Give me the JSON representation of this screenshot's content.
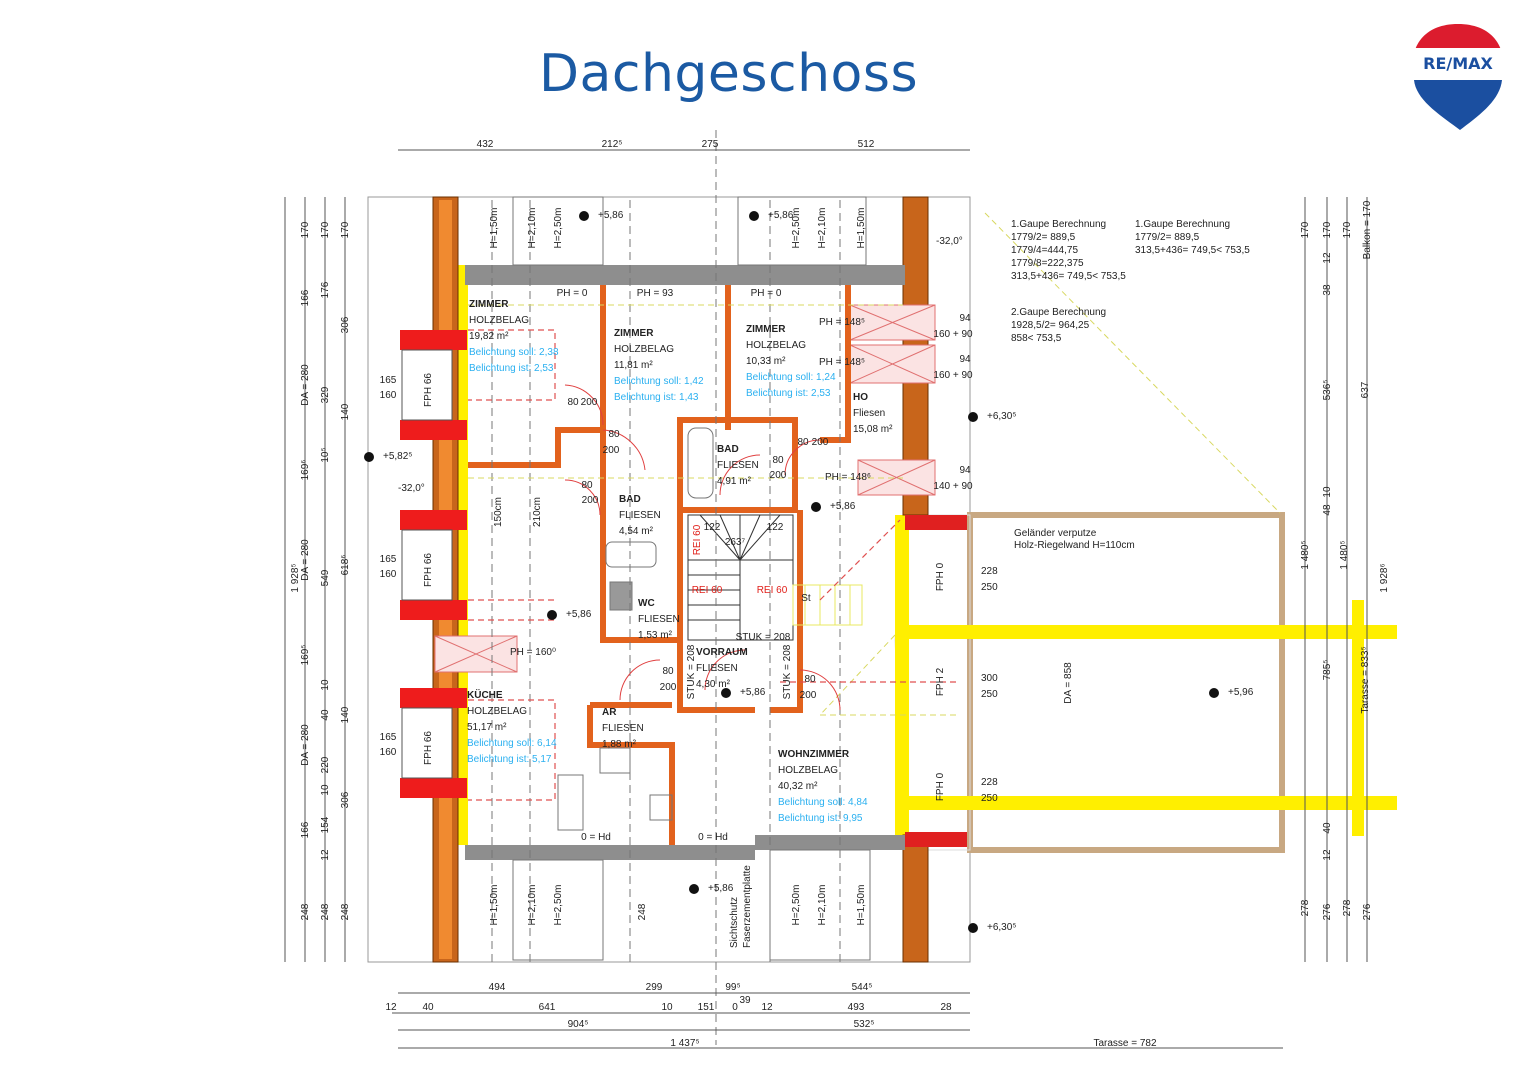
{
  "title": "Dachgeschoss",
  "logo": {
    "text": "RE/MAX",
    "colors": {
      "red": "#dc1c2e",
      "blue": "#1b4fa0",
      "white": "#ffffff"
    }
  },
  "colors": {
    "title": "#1b5aa3",
    "exterior_wall": "#c8651b",
    "interior_wall": "#e2621d",
    "highlight": "#ffef00",
    "terrace_outline": "#c8a882",
    "hint_blue": "#2ab0f0"
  },
  "rooms": [
    {
      "name": "ZIMMER",
      "floor": "HOLZBELAG",
      "area": "19,82 m²",
      "light_target": "Belichtung soll: 2,38",
      "light_actual": "Belichtung ist: 2,53"
    },
    {
      "name": "ZIMMER",
      "floor": "HOLZBELAG",
      "area": "11,81 m²",
      "light_target": "Belichtung soll: 1,42",
      "light_actual": "Belichtung ist: 1,43"
    },
    {
      "name": "ZIMMER",
      "floor": "HOLZBELAG",
      "area": "10,33 m²",
      "light_target": "Belichtung soll: 1,24",
      "light_actual": "Belichtung ist: 2,53"
    },
    {
      "name": "HO",
      "floor": "Fliesen",
      "area": "15,08 m²"
    },
    {
      "name": "BAD",
      "floor": "FLIESEN",
      "area": "4,91 m²"
    },
    {
      "name": "BAD",
      "floor": "FLIESEN",
      "area": "4,54 m²"
    },
    {
      "name": "WC",
      "floor": "FLIESEN",
      "area": "1,53 m²"
    },
    {
      "name": "VORRAUM",
      "floor": "FLIESEN",
      "area": "4,30 m²"
    },
    {
      "name": "AR",
      "floor": "FLIESEN",
      "area": "1,88 m²"
    },
    {
      "name": "KÜCHE",
      "floor": "HOLZBELAG",
      "area": "51,17 m²",
      "light_target": "Belichtung soll: 6,14",
      "light_actual": "Belichtung ist: 5,17"
    },
    {
      "name": "WOHNZIMMER",
      "floor": "HOLZBELAG",
      "area": "40,32 m²",
      "light_target": "Belichtung soll: 4,84",
      "light_actual": "Belichtung ist: 9,95"
    }
  ],
  "notes": {
    "gaupe1a": [
      "1.Gaupe Berechnung",
      "1779/2= 889,5",
      "1779/4=444,75",
      "1779/8=222,375",
      "313,5+436= 749,5< 753,5"
    ],
    "gaupe1b": [
      "1.Gaupe Berechnung",
      "1779/2= 889,5",
      "313,5+436= 749,5< 753,5"
    ],
    "gaupe2": [
      "2.Gaupe Berechnung",
      "1928,5/2= 964,25",
      "858< 753,5"
    ],
    "terrace": [
      "Geländer verputze",
      "Holz-Riegelwand H=110cm"
    ],
    "facade": [
      "Sichtschutz",
      "Faserzementplatte"
    ]
  },
  "dimensions": {
    "top": [
      "432",
      "212⁵",
      "275",
      "512"
    ],
    "bottom1": [
      "494",
      "299",
      "99⁵",
      "544⁵"
    ],
    "bottom2": [
      "12",
      "40",
      "641",
      "10",
      "151",
      "0",
      "39",
      "12",
      "493",
      "28"
    ],
    "bottom3": [
      "904⁵",
      "532⁵"
    ],
    "bottom4": [
      "1 437⁵",
      "Tarasse = 782"
    ],
    "left0": [
      "1 928⁵"
    ],
    "left1": [
      "170",
      "166",
      "DA = 280",
      "169⁶",
      "DA = 280",
      "169⁵",
      "DA = 280",
      "166",
      "248"
    ],
    "left2": [
      "170",
      "176",
      "329",
      "10⁵",
      "549",
      "10",
      "40",
      "220",
      "10",
      "154",
      "12",
      "248"
    ],
    "left3": [
      "170",
      "306",
      "140",
      "618⁶",
      "140",
      "306",
      "248"
    ],
    "right1": [
      "170",
      "1 480⁵",
      "278"
    ],
    "right2": [
      "170",
      "12",
      "38",
      "536⁵",
      "48",
      "10",
      "1 480⁵",
      "785⁵",
      "40",
      "12",
      "276"
    ],
    "right3": [
      "170",
      "637",
      "278"
    ],
    "right4": [
      "Balkon = 170",
      "1 928⁶",
      "Tarasse = 833⁵",
      "276"
    ]
  },
  "levels": [
    "+5,86",
    "+5,86",
    "+5,82⁵",
    "+6,30⁵",
    "+5,86",
    "+5,86",
    "+5,86",
    "+5,86",
    "+5,96",
    "+6,30⁵",
    "-32,0°",
    "-32,0°"
  ],
  "openings": {
    "window_left": [
      "165",
      "160",
      "165",
      "160",
      "165",
      "160"
    ],
    "window_right": [
      "94",
      "160 + 90",
      "94",
      "160 + 90",
      "94",
      "140 + 90"
    ],
    "terrace_doors": [
      "228",
      "250",
      "300",
      "250",
      "228",
      "250"
    ],
    "fph": [
      "FPH 66",
      "FPH 66",
      "FPH 66",
      "FPH 0",
      "FPH 2",
      "FPH 0"
    ],
    "heights_top": [
      "H=1,50m",
      "H=2,10m",
      "H=2,50m",
      "H=2,50m",
      "H=2,10m",
      "H=1,50m"
    ],
    "heights_bottom": [
      "H=1,50m",
      "H=2,10m",
      "H=2,50m",
      "H=2,50m",
      "H=2,10m",
      "H=1,50m"
    ],
    "ph": [
      "PH = 0",
      "PH = 93",
      "PH = 0",
      "PH = 148⁵",
      "PH = 148⁵",
      "PH = 148⁶",
      "PH = 160⁰",
      "0 = Hd",
      "0 = Hd"
    ],
    "doors": [
      "80",
      "200",
      "80",
      "200",
      "80",
      "200",
      "80",
      "200",
      "80",
      "200",
      "80",
      "200",
      "80",
      "200"
    ],
    "misc": [
      "DA = 858",
      "REI 60",
      "REI 60",
      "REI 60",
      "STUK = 208",
      "STUK = 208",
      "STUK = 208",
      "122",
      "122",
      "263⁷",
      "St",
      "150cm",
      "210cm",
      "248"
    ]
  }
}
